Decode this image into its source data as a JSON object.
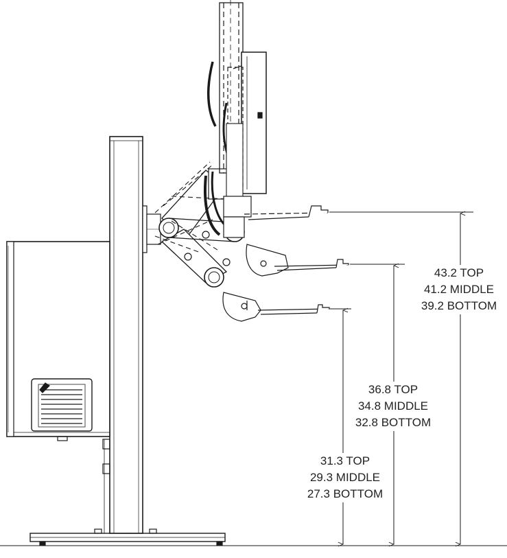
{
  "dimensions": [
    {
      "top": "43.2 TOP",
      "middle": "41.2 MIDDLE",
      "bottom": "39.2 BOTTOM"
    },
    {
      "top": "36.8 TOP",
      "middle": "34.8 MIDDLE",
      "bottom": "32.8 BOTTOM"
    },
    {
      "top": "31.3 TOP",
      "middle": "29.3 MIDDLE",
      "bottom": "27.3 BOTTOM"
    }
  ],
  "colors": {
    "line": "#1a1a1a",
    "background": "#ffffff"
  }
}
